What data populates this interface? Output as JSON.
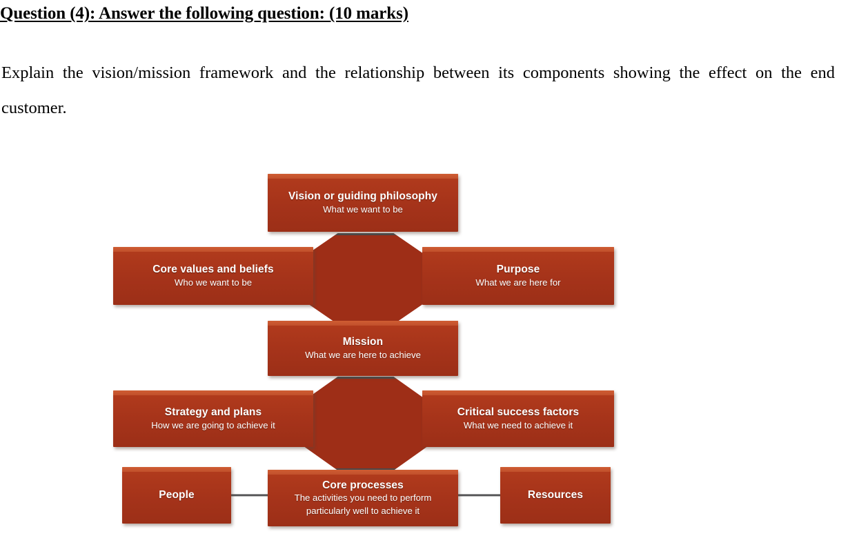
{
  "document": {
    "heading": "Question (4): Answer the following question: (10 marks)",
    "paragraph": "Explain the vision/mission framework and the relationship between its components showing the effect on the end customer."
  },
  "diagram": {
    "title": "vision-mission-framework",
    "colors": {
      "box_fill_dark": "#a5331a",
      "box_fill_light": "#c45230",
      "hub_fill": "#9e2e17",
      "hub_outline": "#4a4a4c",
      "text": "#ffffff",
      "connector": "#555557"
    },
    "nodes": {
      "vision": {
        "title": "Vision or guiding philosophy",
        "subtitle": "What we want to be"
      },
      "core_values": {
        "title": "Core values and beliefs",
        "subtitle": "Who we want to be"
      },
      "purpose": {
        "title": "Purpose",
        "subtitle": "What we are here for"
      },
      "mission": {
        "title": "Mission",
        "subtitle": "What we are here to achieve"
      },
      "strategy": {
        "title": "Strategy and plans",
        "subtitle": "How we are going to achieve it"
      },
      "critical_success_factors": {
        "title": "Critical success factors",
        "subtitle": "What we need to achieve it"
      },
      "people": {
        "title": "People",
        "subtitle": ""
      },
      "core_processes": {
        "title": "Core processes",
        "subtitle_line1": "The activities you need to perform",
        "subtitle_line2": "particularly well to achieve it"
      },
      "resources": {
        "title": "Resources",
        "subtitle": ""
      }
    }
  }
}
